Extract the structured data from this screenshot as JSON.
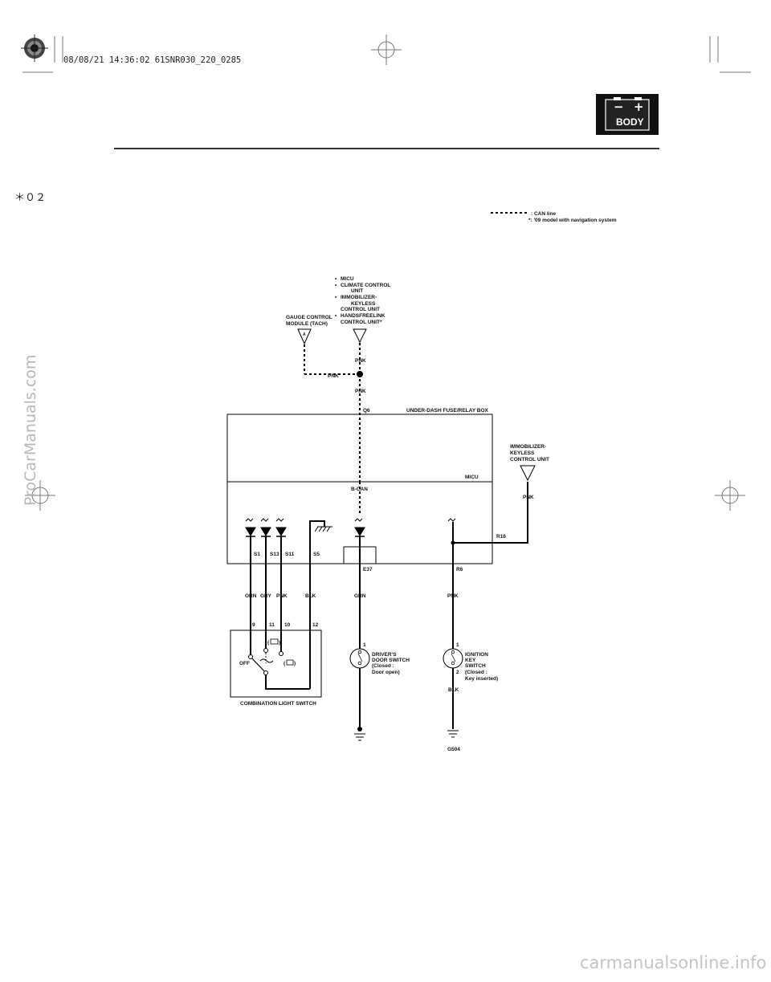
{
  "header": {
    "print_stamp": "08/08/21 14:36:02 61SNR030_220_0285",
    "page_marker": "＊０２",
    "section_badge": {
      "label": "BODY",
      "minus": "−",
      "plus": "+"
    }
  },
  "watermarks": {
    "side": "ProCarManuals.com",
    "footer": "carmanualsonline.info"
  },
  "legend": {
    "can_line": ": CAN line",
    "footnote": "*: '09 model with navigation system"
  },
  "components": {
    "gauge": [
      "GAUGE CONTROL",
      "MODULE (TACH)"
    ],
    "gauge_connector": "A",
    "can_units": [
      "MICU",
      "CLIMATE CONTROL",
      "UNIT",
      "IMMOBILIZER-",
      "KEYLESS",
      "CONTROL UNIT",
      "HANDSFREELINK",
      "CONTROL UNIT*"
    ],
    "fuse_box": "UNDER-DASH FUSE/RELAY BOX",
    "micu": "MICU",
    "bcan": "B-CAN",
    "immobilizer": [
      "IMMOBILIZER-",
      "KEYLESS",
      "CONTROL UNIT"
    ],
    "door_switch": [
      "DRIVER'S",
      "DOOR SWITCH",
      "(Closed :",
      "Door open)"
    ],
    "ignition_switch": [
      "IGNITION",
      "KEY",
      "SWITCH",
      "(Closed :",
      "Key inserted)"
    ],
    "combo_switch": "COMBINATION LIGHT SWITCH",
    "off": "OFF",
    "ground": "G504"
  },
  "terminals": {
    "q6": "Q6",
    "s1": "S1",
    "s13": "S13",
    "s11": "S11",
    "s5": "S5",
    "e37": "E37",
    "r6": "R6",
    "r16": "R16",
    "pin9": "9",
    "pin11": "11",
    "pin10": "10",
    "pin12": "12",
    "door_pin1": "1",
    "ign_pin1": "1",
    "ign_pin2": "2"
  },
  "wires": {
    "pnk_h": "PNK",
    "pnk_v1": "PNK",
    "pnk_v2": "PNK",
    "pnk_immob": "PNK",
    "orn": "ORN",
    "gry": "GRY",
    "pnk_s11": "PNK",
    "blk_s5": "BLK",
    "grn": "GRN",
    "pnk_r6": "PNK",
    "blk_ign": "BLK"
  },
  "colors": {
    "badge_bg": "#111111",
    "line": "#000000",
    "rule": "#333333"
  }
}
